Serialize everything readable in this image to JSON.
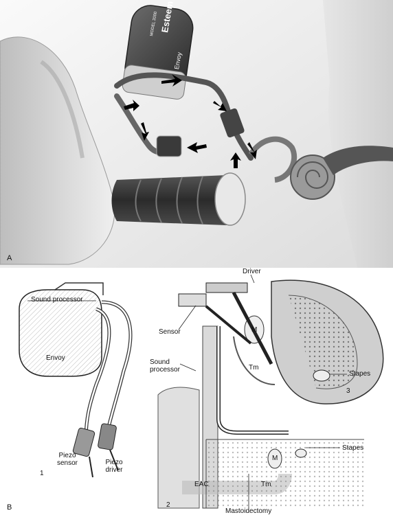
{
  "panel_a": {
    "letter": "A",
    "device_brand": "Esteem",
    "device_model": "MODEL 2000",
    "device_name": "Envoy"
  },
  "panel_b": {
    "letter": "B",
    "left": {
      "number": "1",
      "title": "Sound processor",
      "body_label": "Envoy",
      "piezo_sensor": [
        "Piezo",
        "sensor"
      ],
      "piezo_driver": [
        "Piezo",
        "driver"
      ]
    },
    "right": {
      "number_bottom": "2",
      "number_inset": "3",
      "driver": "Driver",
      "sensor": "Sensor",
      "sound_processor": [
        "Sound",
        "processor"
      ],
      "m_upper": "M",
      "tm_upper": "Tm",
      "stapes_upper": "Stapes",
      "m_lower": "M",
      "stapes_lower": "Stapes",
      "eac": "EAC",
      "tm_lower": "Tm",
      "mastoidectomy": "Mastoidectomy"
    }
  }
}
